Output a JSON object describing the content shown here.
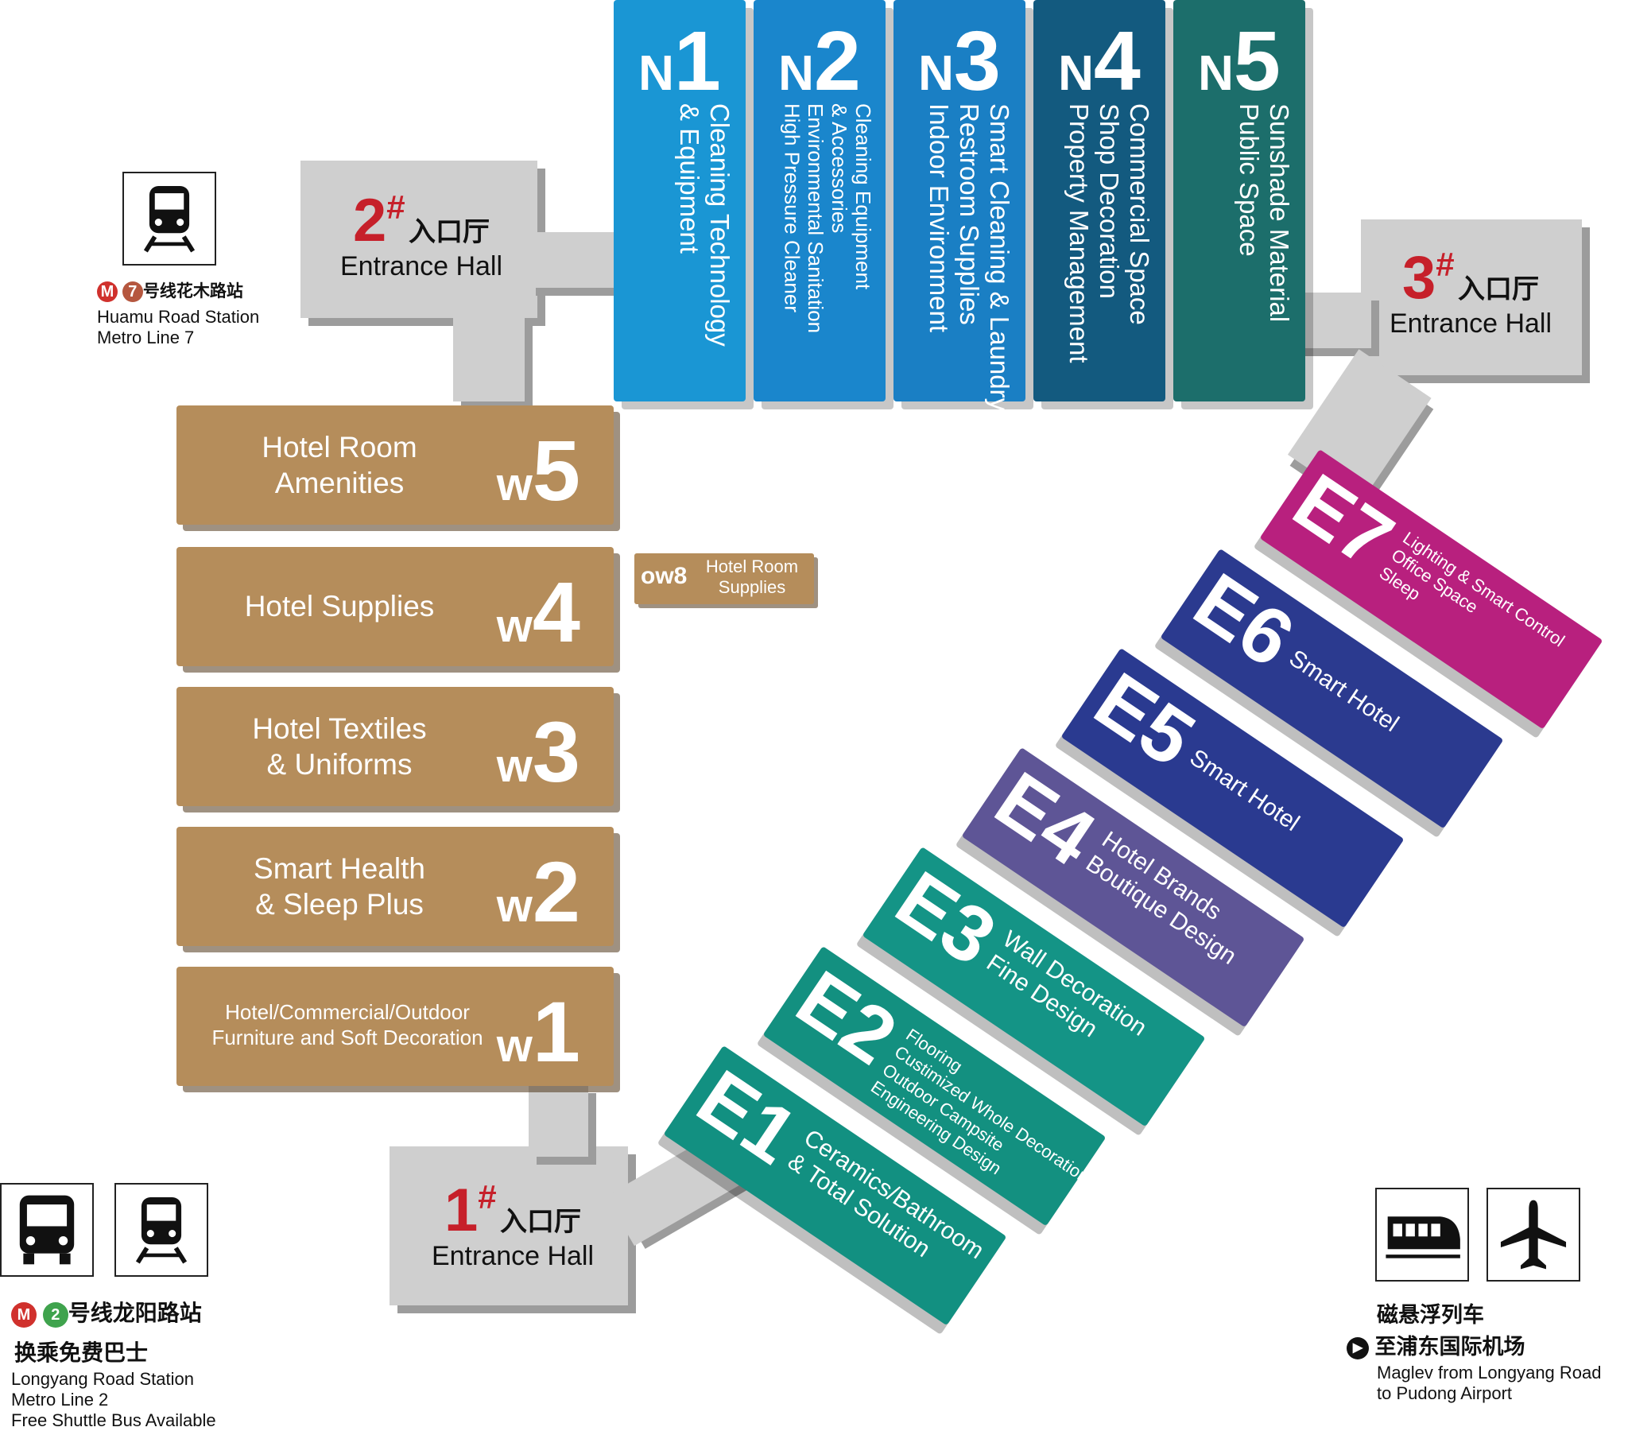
{
  "north_halls": [
    {
      "letter": "N",
      "digit": "1",
      "color": "#1a96d4",
      "lines": [
        "Cleaning Technology",
        "& Equipment"
      ]
    },
    {
      "letter": "N",
      "digit": "2",
      "color": "#1a86cc",
      "lines": [
        "Cleaning Equipment",
        "& Accessories",
        "Environmental Sanitation",
        "High Pressure Cleaner"
      ]
    },
    {
      "letter": "N",
      "digit": "3",
      "color": "#1a7fc4",
      "lines": [
        "Smart Cleaning & Laundry",
        "Restroom Supplies",
        "Indoor Environment"
      ]
    },
    {
      "letter": "N",
      "digit": "4",
      "color": "#135a7f",
      "lines": [
        "Commercial Space",
        "Shop Decoration",
        "Property Management"
      ]
    },
    {
      "letter": "N",
      "digit": "5",
      "color": "#1c6e6b",
      "lines": [
        "Sunshade Material",
        "Public Space"
      ]
    }
  ],
  "west_halls": [
    {
      "letter": "w",
      "digit": "5",
      "lines": [
        "Hotel Room",
        "Amenities"
      ]
    },
    {
      "letter": "w",
      "digit": "4",
      "lines": [
        "Hotel Supplies"
      ]
    },
    {
      "letter": "w",
      "digit": "3",
      "lines": [
        "Hotel Textiles",
        "& Uniforms"
      ]
    },
    {
      "letter": "w",
      "digit": "2",
      "lines": [
        "Smart Health",
        "& Sleep Plus"
      ]
    },
    {
      "letter": "w",
      "digit": "1",
      "lines": [
        "Hotel/Commercial/Outdoor",
        "Furniture and Soft Decoration"
      ]
    }
  ],
  "ow8": {
    "code": "ow8",
    "lines": [
      "Hotel Room",
      "Supplies"
    ]
  },
  "east_halls": [
    {
      "code": "E7",
      "color": "#b8207e",
      "lines": [
        "Lighting & Smart Control",
        "Office Space",
        "Sleep"
      ]
    },
    {
      "code": "E6",
      "color": "#2b3a8f",
      "lines": [
        "Smart Hotel"
      ]
    },
    {
      "code": "E5",
      "color": "#2a3a90",
      "lines": [
        "Smart Hotel"
      ]
    },
    {
      "code": "E4",
      "color": "#5e5596",
      "lines": [
        "Hotel Brands",
        "Boutique Design"
      ]
    },
    {
      "code": "E3",
      "color": "#149486",
      "lines": [
        "Wall Decoration",
        "Fine Design"
      ]
    },
    {
      "code": "E2",
      "color": "#139080",
      "lines": [
        "Flooring",
        "Custimized Whole Decoration",
        "Outdoor Campsite",
        "Engineering Design"
      ]
    },
    {
      "code": "E1",
      "color": "#129081",
      "lines": [
        "Ceramics/Bathroom",
        "& Total Solution"
      ]
    }
  ],
  "entrances": {
    "e1": {
      "num": "1",
      "mark": "#",
      "cn": "入口厅",
      "en": "Entrance Hall"
    },
    "e2": {
      "num": "2",
      "mark": "#",
      "cn": "入口厅",
      "en": "Entrance Hall"
    },
    "e3": {
      "num": "3",
      "mark": "#",
      "cn": "入口厅",
      "en": "Entrance Hall"
    }
  },
  "transport": {
    "huamu": {
      "line_no": "7",
      "cn": "号线花木路站",
      "en1": "Huamu Road Station",
      "en2": "Metro Line 7",
      "badge_color": "#b5573f"
    },
    "longyang": {
      "line_no": "2",
      "cn": "号线龙阳路站",
      "cn2": "换乘免费巴士",
      "en1": "Longyang Road Station",
      "en2": "Metro Line 2",
      "en3": "Free Shuttle Bus Available",
      "badge_color": "#3fa34d"
    },
    "maglev": {
      "cn1": "磁悬浮列车",
      "cn2": "至浦东国际机场",
      "en1": "Maglev from Longyang Road",
      "en2": "to Pudong Airport"
    }
  },
  "icons": [
    "metro-train-icon",
    "bus-icon",
    "maglev-train-icon",
    "airplane-icon",
    "shanghai-metro-logo-icon",
    "arrow-right-icon"
  ]
}
